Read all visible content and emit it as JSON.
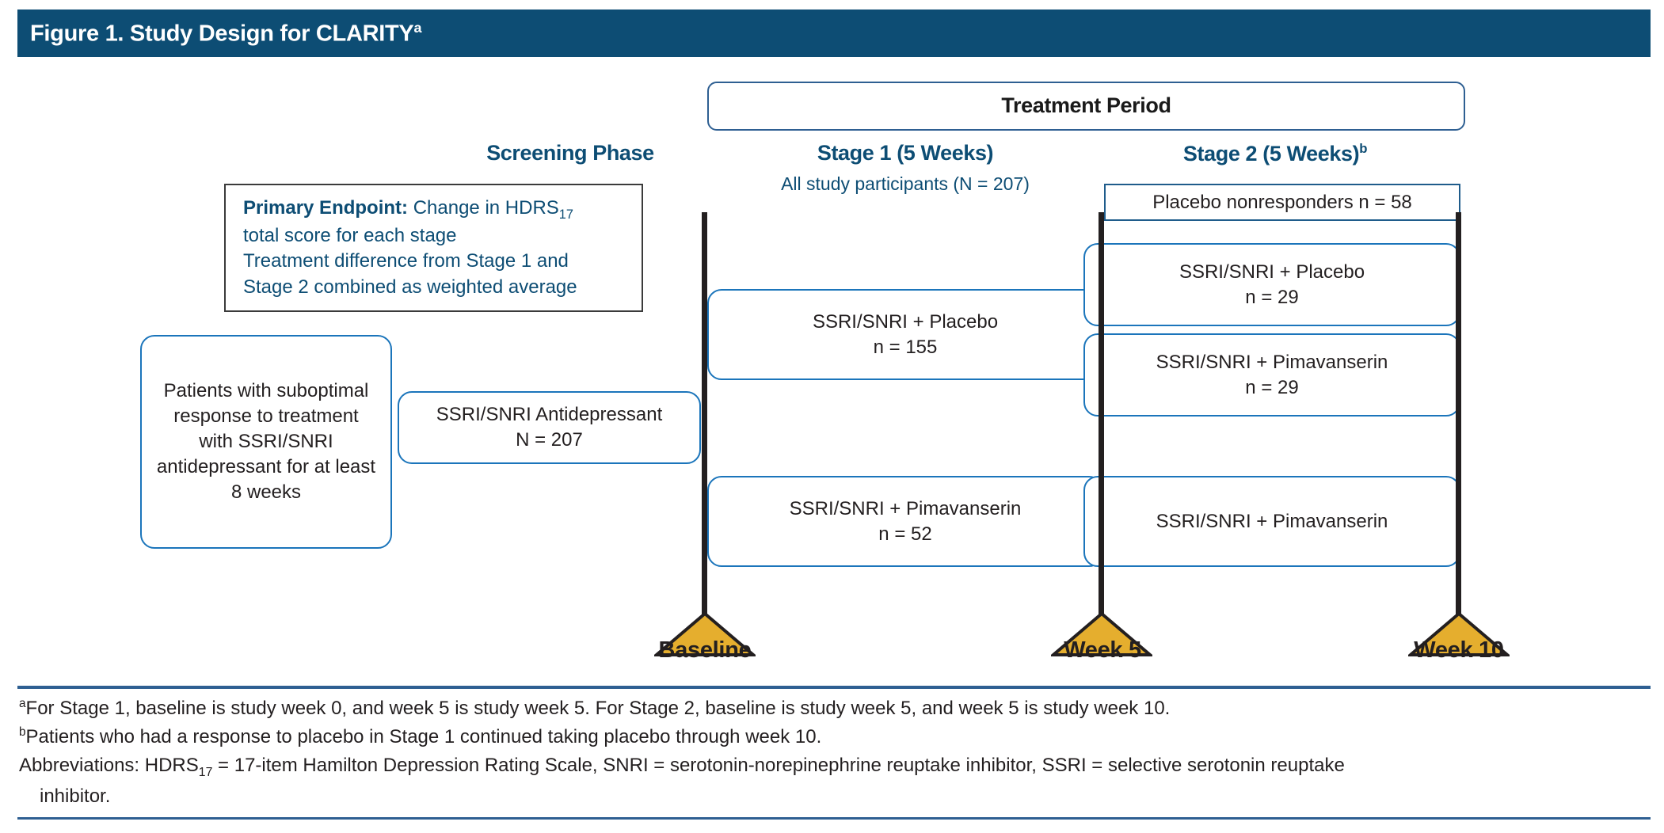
{
  "figure": {
    "title": "Figure 1. Study Design for CLARITY",
    "title_superscript": "a",
    "title_bar_color": "#0d4d74",
    "accent_blue": "#1b75bb",
    "header_text_blue": "#0d4d74",
    "marker_gold": "#e5ae2e",
    "timeline_black": "#231f20"
  },
  "treatment_period": {
    "label": "Treatment Period"
  },
  "headers": {
    "screening_phase": "Screening Phase",
    "stage1": "Stage 1 (5 Weeks)",
    "stage1_subtitle": "All study participants (N = 207)",
    "stage2": "Stage 2 (5 Weeks)",
    "stage2_superscript": "b"
  },
  "primary_endpoint": {
    "label": "Primary Endpoint:",
    "line1_rest_a": " Change in HDRS",
    "line1_sub": "17",
    "line2": "total score for each stage",
    "line3": "Treatment difference from Stage 1 and",
    "line4": "Stage 2 combined as weighted average"
  },
  "screening": {
    "patients_box": "Patients with suboptimal response to treatment with SSRI/SNRI antidepressant for at least 8 weeks",
    "antidepressant_title": "SSRI/SNRI Antidepressant",
    "antidepressant_n": "N = 207"
  },
  "stage1_arms": [
    {
      "title": "SSRI/SNRI + Placebo",
      "n": "n = 155"
    },
    {
      "title": "SSRI/SNRI + Pimavanserin",
      "n": "n = 52"
    }
  ],
  "stage2": {
    "nonresponders": "Placebo nonresponders n = 58",
    "arms": [
      {
        "title": "SSRI/SNRI + Placebo",
        "n": "n = 29"
      },
      {
        "title": "SSRI/SNRI + Pimavanserin",
        "n": "n = 29"
      },
      {
        "title": "SSRI/SNRI + Pimavanserin",
        "n": ""
      }
    ]
  },
  "timeline": {
    "markers": [
      {
        "label": "Baseline"
      },
      {
        "label": "Week 5"
      },
      {
        "label": "Week 10"
      }
    ]
  },
  "footnotes": {
    "a_marker": "a",
    "a_text": "For Stage 1, baseline is study week 0, and week 5 is study week 5. For Stage 2, baseline is study week 5, and week 5 is study week 10.",
    "b_marker": "b",
    "b_text": "Patients who had a response to placebo in Stage 1 continued taking placebo through week 10.",
    "abbrev_lead": "Abbreviations: HDRS",
    "abbrev_sub": "17",
    "abbrev_rest": " = 17-item Hamilton Depression Rating Scale, SNRI = serotonin-norepinephrine reuptake inhibitor, SSRI = selective serotonin reuptake",
    "abbrev_cont": "inhibitor."
  }
}
